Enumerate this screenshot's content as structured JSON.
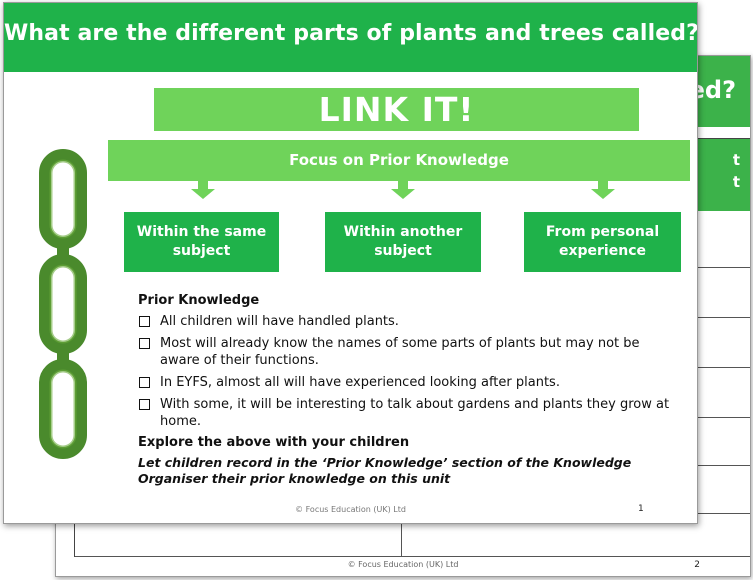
{
  "back_slide": {
    "title_fragment": "ed?",
    "header_fragment": [
      "t",
      "t"
    ],
    "footer": "© Focus Education (UK) Ltd",
    "page_number": "2"
  },
  "front_slide": {
    "title": "What are the different parts of plants and trees called?",
    "link_it": "LINK IT!",
    "focus": "Focus on Prior Knowledge",
    "boxes": [
      {
        "line1": "Within the same",
        "line2": "subject"
      },
      {
        "line1": "Within another",
        "line2": "subject"
      },
      {
        "line1": "From personal",
        "line2": "experience"
      }
    ],
    "prior_knowledge": {
      "heading": "Prior Knowledge",
      "items": [
        "All children will have handled plants.",
        "Most will already know the names of some parts of plants but may not be aware of their functions.",
        "In EYFS, almost all will have experienced looking after plants.",
        "With some, it will be interesting to talk about gardens and plants they grow at home."
      ]
    },
    "explore": "Explore the above with your children",
    "record": "Let children record in the ‘Prior Knowledge’ section of the Knowledge Organiser their prior knowledge on this unit",
    "footer": "© Focus Education (UK) Ltd",
    "page_number": "1"
  },
  "colors": {
    "title_green": "#1fb24a",
    "light_green": "#6fd35a",
    "chain_green": "#4a8a2c"
  }
}
